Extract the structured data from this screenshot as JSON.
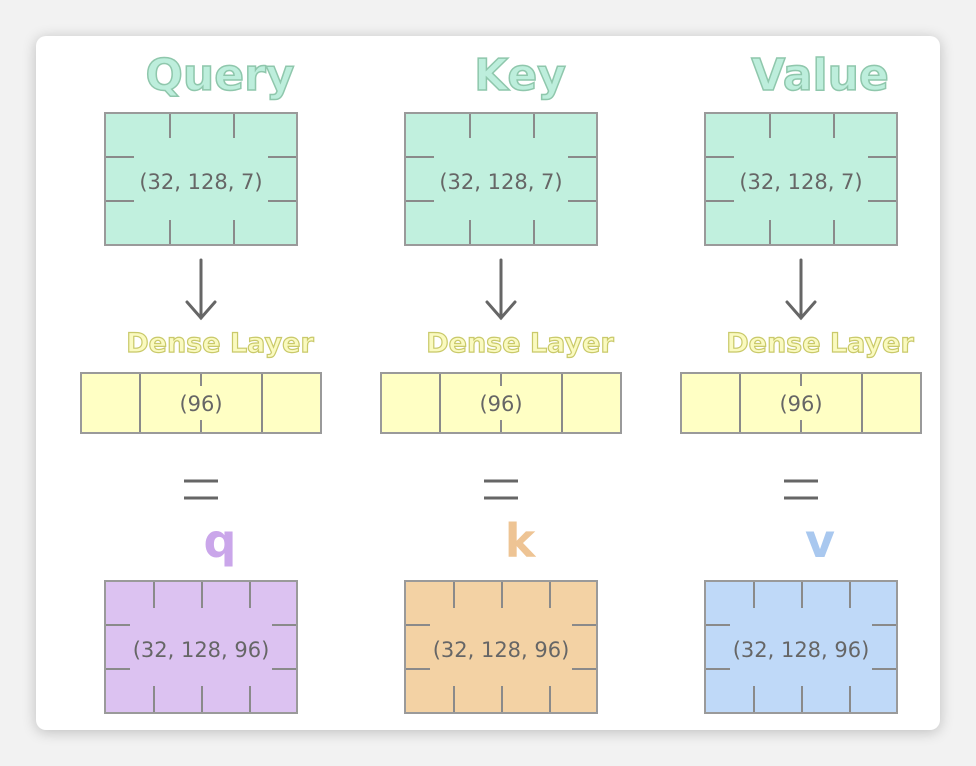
{
  "columns": [
    {
      "title": "Query",
      "input_shape": "(32, 128, 7)",
      "dense_label": "Dense Layer",
      "dense_shape": "(96)",
      "equals": "=",
      "output_var": "q",
      "output_shape": "(32, 128, 96)",
      "output_fill": "#dcc2f1",
      "output_text_color": "#caa6ea"
    },
    {
      "title": "Key",
      "input_shape": "(32, 128, 7)",
      "dense_label": "Dense Layer",
      "dense_shape": "(96)",
      "equals": "=",
      "output_var": "k",
      "output_shape": "(32, 128, 96)",
      "output_fill": "#f3d2a4",
      "output_text_color": "#eec494"
    },
    {
      "title": "Value",
      "input_shape": "(32, 128, 7)",
      "dense_label": "Dense Layer",
      "dense_shape": "(96)",
      "equals": "=",
      "output_var": "v",
      "output_shape": "(32, 128, 96)",
      "output_fill": "#bfd9f8",
      "output_text_color": "#a9c8ef"
    }
  ],
  "colors": {
    "input_fill": "#c1f0de",
    "dense_fill": "#ffffc4",
    "title_fill": "#bdeedc",
    "dense_label_fill": "#fafac0",
    "border": "#9a9a9a"
  }
}
